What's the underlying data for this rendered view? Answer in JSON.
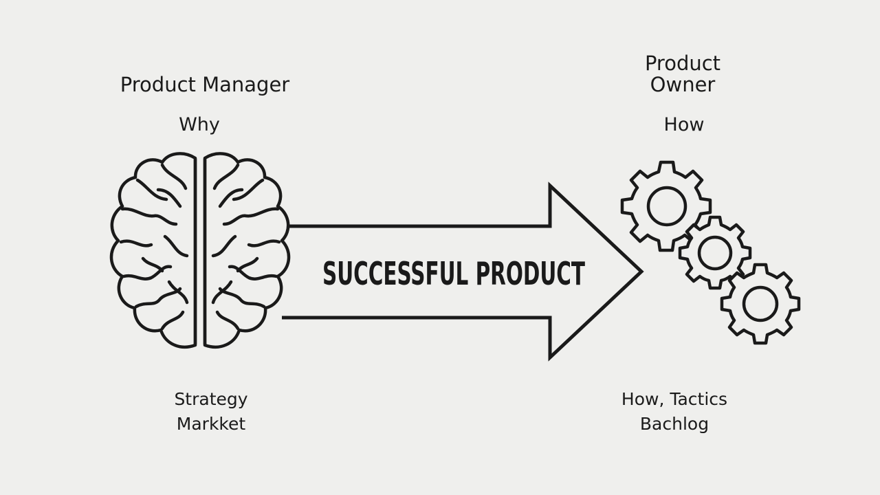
{
  "product_manager": {
    "title": "Product Manager",
    "question": "Why",
    "details": [
      "Strategy",
      "Markket"
    ]
  },
  "product_owner": {
    "title_lines": [
      "Product",
      "Owner"
    ],
    "question": "How",
    "details": [
      "How, Tactics",
      "Bachlog"
    ]
  },
  "arrow": {
    "label": "SUCCESSFUL PRODUCT"
  },
  "icons": {
    "left": "brain-icon",
    "right": "gears-icon",
    "center": "right-arrow-icon"
  },
  "colors": {
    "background": "#efefed",
    "ink": "#1a1a1a"
  }
}
